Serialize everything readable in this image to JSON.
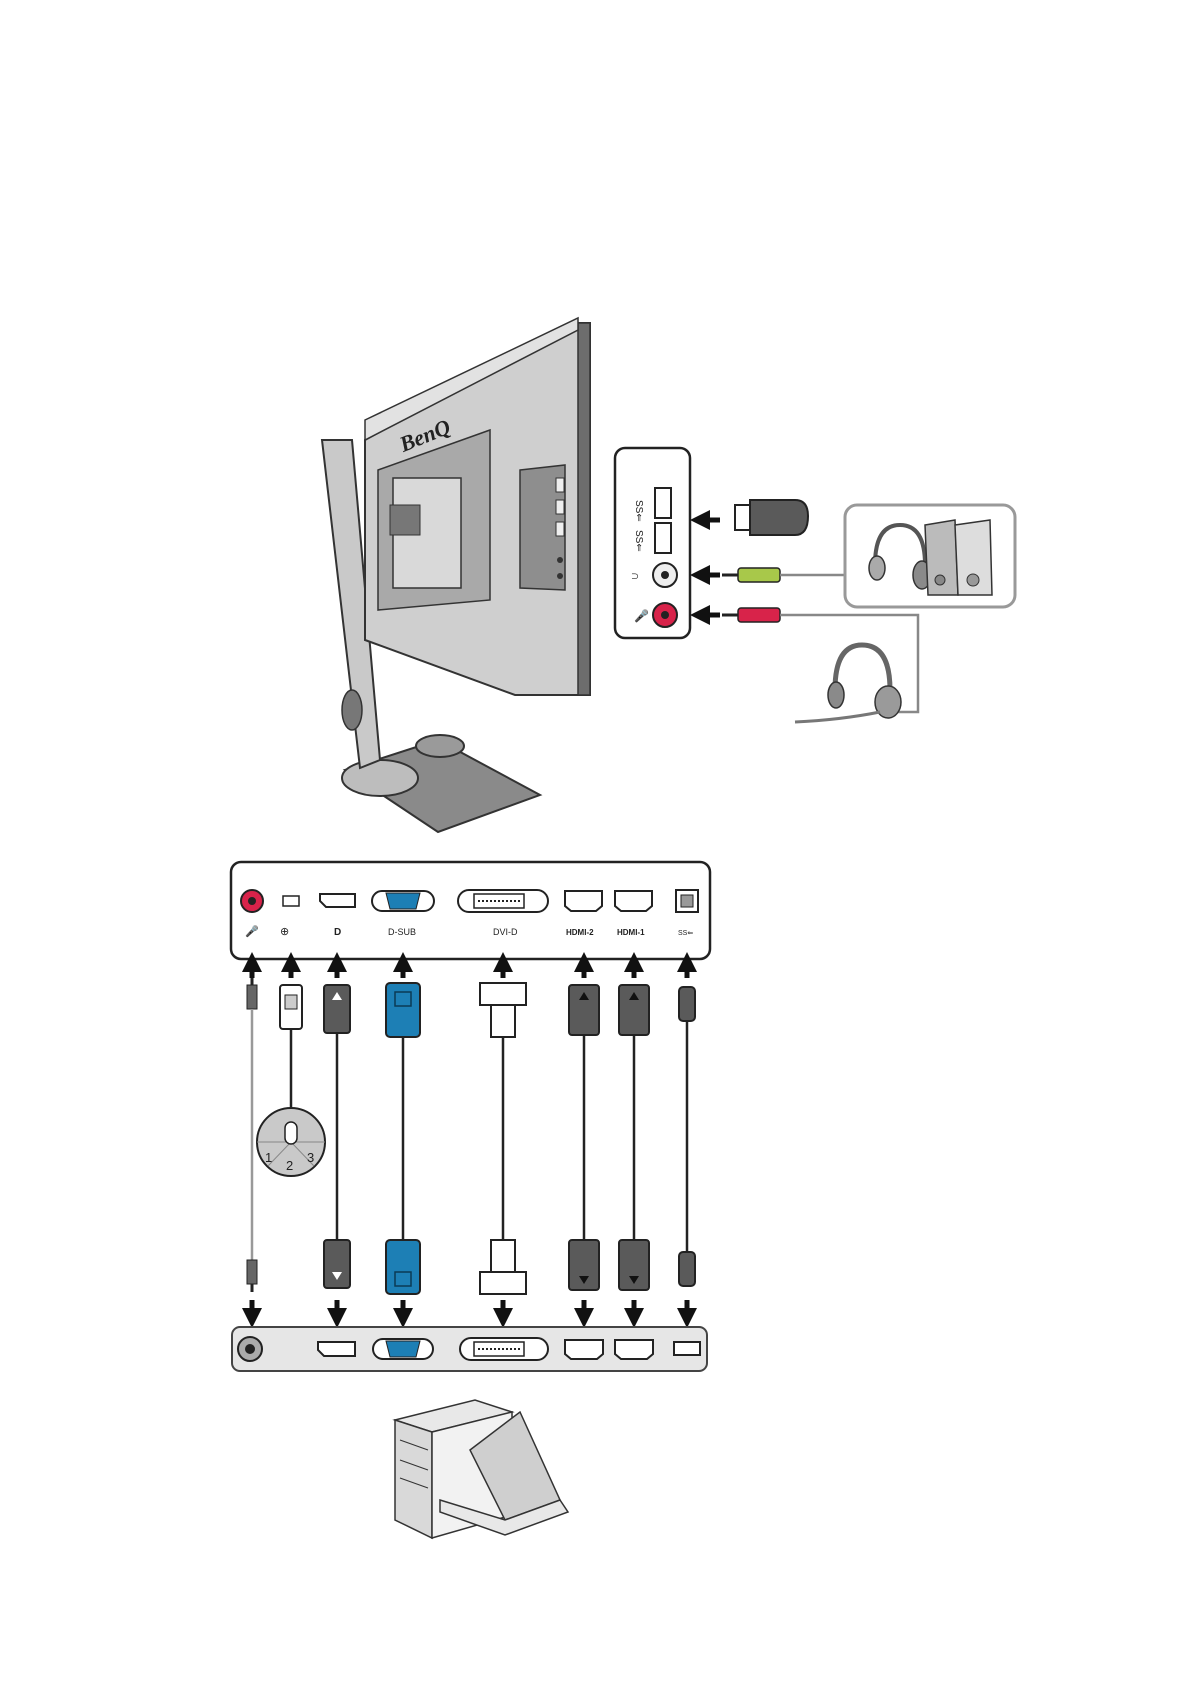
{
  "brand": {
    "logo": "BenQ"
  },
  "side_panel": {
    "ports": [
      {
        "icon": "usb-ss-icon",
        "label": "SS⇐"
      },
      {
        "icon": "usb-ss-icon",
        "label": "SS⇐"
      },
      {
        "icon": "headphone-icon",
        "label": "∩"
      },
      {
        "icon": "microphone-icon",
        "label": ""
      }
    ],
    "devices": [
      "usb-flash-drive-icon",
      "headphones-icon",
      "speakers-icon",
      "headset-icon"
    ],
    "plug_colors": {
      "headphone": "#a8c84a",
      "mic": "#d8234a"
    }
  },
  "rear_panel": {
    "labels": {
      "mic": "",
      "osd": "",
      "dp": "D",
      "dsub": "D-SUB",
      "dvi": "DVI-D",
      "hdmi2": "HDMI-2",
      "hdmi1": "HDMI-1",
      "usb": "SS⇐"
    }
  },
  "controller": {
    "digits": [
      "1",
      "2",
      "3"
    ]
  },
  "colors": {
    "vga": "#1d7fb5",
    "cable_dark": "#5a5a5a",
    "mic_red": "#d8234a"
  }
}
